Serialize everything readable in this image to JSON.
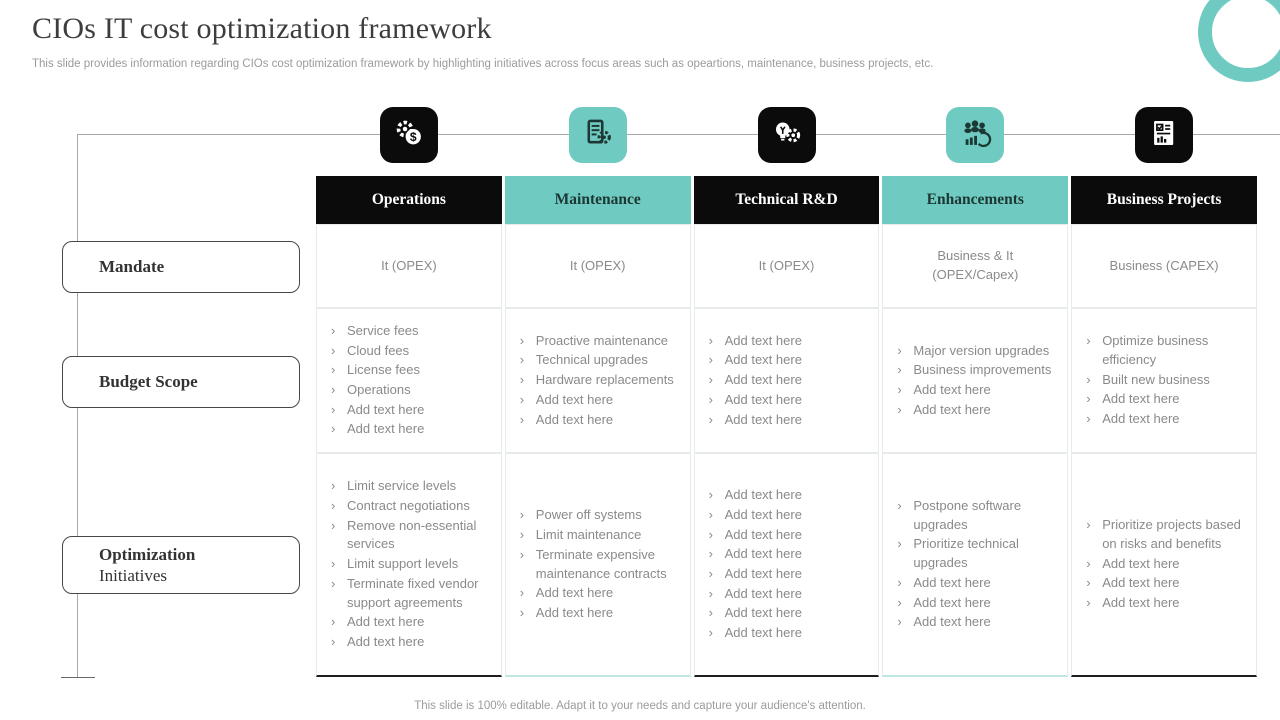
{
  "slide": {
    "title": "CIOs IT cost optimization framework",
    "subtitle": "This slide provides information regarding CIOs cost optimization framework by highlighting initiatives across focus areas such as opeartions, maintenance, business projects, etc.",
    "footer": "This slide is 100% editable. Adapt it to your needs and capture your audience's attention."
  },
  "colors": {
    "teal": "#6fcbc1",
    "black": "#0b0b0b",
    "cell_text": "#8a8a8a",
    "border_light": "#e7eceb"
  },
  "bullet": "›",
  "columns": [
    {
      "label": "Operations",
      "theme": "black",
      "icon": "gear-dollar-icon"
    },
    {
      "label": "Maintenance",
      "theme": "teal",
      "icon": "document-gear-icon"
    },
    {
      "label": "Technical R&D",
      "theme": "black",
      "icon": "idea-gear-icon"
    },
    {
      "label": "Enhancements",
      "theme": "teal",
      "icon": "team-growth-icon"
    },
    {
      "label": "Business Projects",
      "theme": "black",
      "icon": "report-checklist-icon"
    }
  ],
  "rows": [
    {
      "id": "mandate",
      "label_main": "Mandate",
      "label_sub": "",
      "type": "text",
      "cells": [
        "It (OPEX)",
        "It (OPEX)",
        "It (OPEX)",
        "Business & It (OPEX/Capex)",
        "Business (CAPEX)"
      ]
    },
    {
      "id": "budget-scope",
      "label_main": "Budget Scope",
      "label_sub": "",
      "type": "list",
      "cells": [
        [
          "Service fees",
          "Cloud fees",
          "License fees",
          "Operations",
          "Add text here",
          "Add text here"
        ],
        [
          "Proactive maintenance",
          "Technical upgrades",
          "Hardware replacements",
          "Add text here",
          "Add text here"
        ],
        [
          "Add text here",
          "Add text here",
          "Add text here",
          "Add text here",
          "Add text here"
        ],
        [
          "Major version upgrades",
          "Business improvements",
          "Add text here",
          "Add text here"
        ],
        [
          "Optimize business efficiency",
          "Built new business",
          "Add text here",
          "Add text here"
        ]
      ]
    },
    {
      "id": "optimization-initiatives",
      "label_main": "Optimization",
      "label_sub": "Initiatives",
      "type": "list",
      "cells": [
        [
          "Limit service levels",
          "Contract negotiations",
          "Remove non-essential services",
          "Limit support levels",
          "Terminate fixed vendor support agreements",
          "Add text here",
          "Add text here"
        ],
        [
          "Power off systems",
          "Limit maintenance",
          "Terminate expensive maintenance contracts",
          "Add text here",
          "Add text here"
        ],
        [
          "Add text here",
          "Add text here",
          "Add text here",
          "Add text here",
          "Add text here",
          "Add text here",
          "Add text here",
          "Add text here"
        ],
        [
          "Postpone software upgrades",
          "Prioritize technical upgrades",
          "Add text here",
          "Add text here",
          "Add text here"
        ],
        [
          "Prioritize projects based on risks and benefits",
          "Add text here",
          "Add text here",
          "Add text here"
        ]
      ]
    }
  ]
}
